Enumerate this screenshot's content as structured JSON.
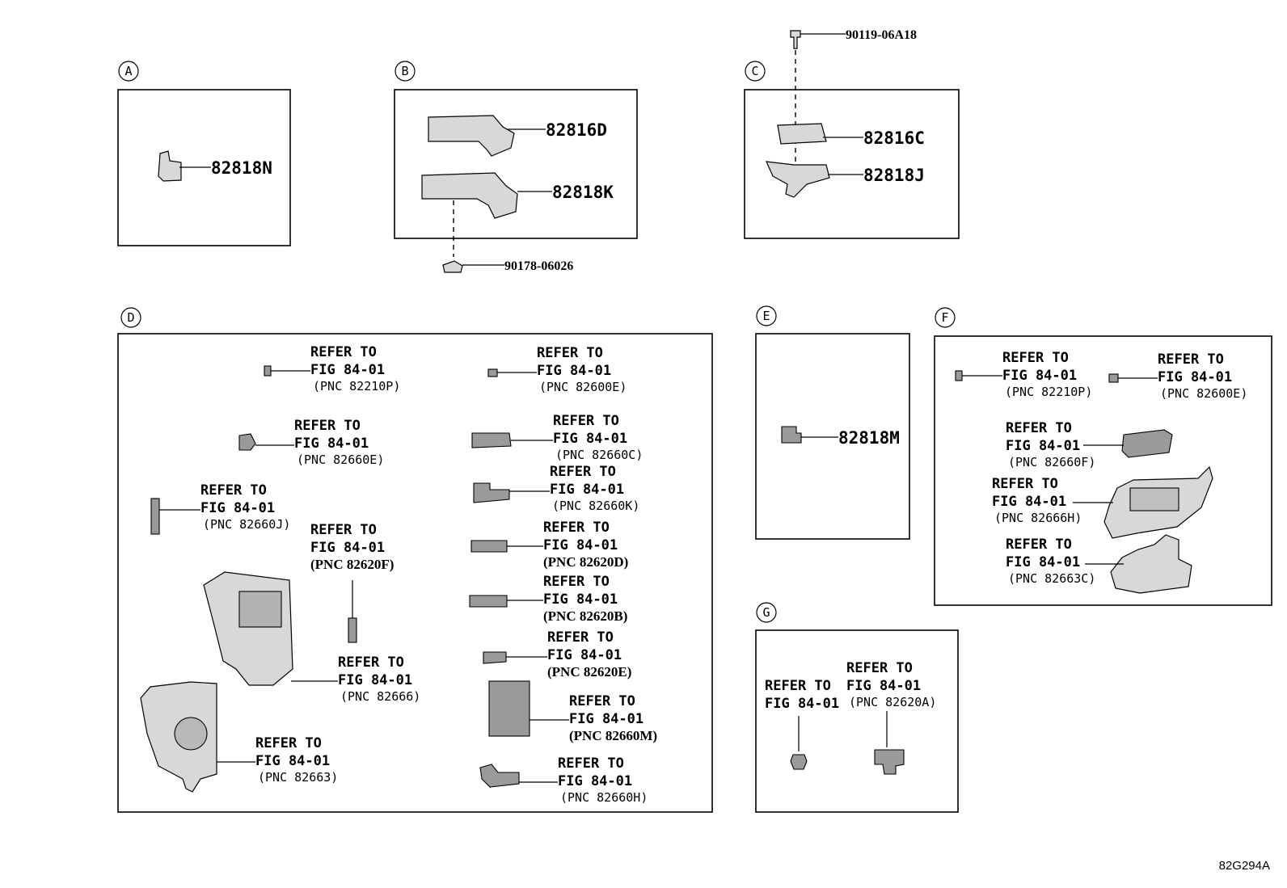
{
  "sections": {
    "A": {
      "letter": "A",
      "parts": [
        "82818N"
      ]
    },
    "B": {
      "letter": "B",
      "parts": [
        "82816D",
        "82818K"
      ],
      "fastener": "90178-06026"
    },
    "C": {
      "letter": "C",
      "parts": [
        "82816C",
        "82818J"
      ],
      "fastener": "90119-06A18"
    },
    "D": {
      "letter": "D",
      "refs": [
        {
          "l1": "REFER TO",
          "l2": "FIG 84-01",
          "l3": "(PNC 82210P)"
        },
        {
          "l1": "REFER TO",
          "l2": "FIG 84-01",
          "l3": "(PNC 82600E)"
        },
        {
          "l1": "REFER TO",
          "l2": "FIG 84-01",
          "l3": "(PNC 82660E)"
        },
        {
          "l1": "REFER TO",
          "l2": "FIG 84-01",
          "l3": "(PNC 82660C)"
        },
        {
          "l1": "REFER TO",
          "l2": "FIG 84-01",
          "l3": "(PNC 82660J)"
        },
        {
          "l1": "REFER TO",
          "l2": "FIG 84-01",
          "l3": "(PNC 82660K)"
        },
        {
          "l1": "REFER TO",
          "l2": "FIG 84-01",
          "l3": "(PNC 82620F)"
        },
        {
          "l1": "REFER TO",
          "l2": "FIG 84-01",
          "l3": "(PNC 82620D)"
        },
        {
          "l1": "REFER TO",
          "l2": "FIG 84-01",
          "l3": "(PNC 82620B)"
        },
        {
          "l1": "REFER TO",
          "l2": "FIG 84-01",
          "l3": "(PNC 82666)"
        },
        {
          "l1": "REFER TO",
          "l2": "FIG 84-01",
          "l3": "(PNC 82620E)"
        },
        {
          "l1": "REFER TO",
          "l2": "FIG 84-01",
          "l3": "(PNC 82660M)"
        },
        {
          "l1": "REFER TO",
          "l2": "FIG 84-01",
          "l3": "(PNC 82663)"
        },
        {
          "l1": "REFER TO",
          "l2": "FIG 84-01",
          "l3": "(PNC 82660H)"
        }
      ]
    },
    "E": {
      "letter": "E",
      "parts": [
        "82818M"
      ]
    },
    "F": {
      "letter": "F",
      "refs": [
        {
          "l1": "REFER TO",
          "l2": "FIG 84-01",
          "l3": "(PNC 82210P)"
        },
        {
          "l1": "REFER TO",
          "l2": "FIG 84-01",
          "l3": "(PNC 82600E)"
        },
        {
          "l1": "REFER TO",
          "l2": "FIG 84-01",
          "l3": "(PNC 82660F)"
        },
        {
          "l1": "REFER TO",
          "l2": "FIG 84-01",
          "l3": "(PNC 82666H)"
        },
        {
          "l1": "REFER TO",
          "l2": "FIG 84-01",
          "l3": "(PNC 82663C)"
        }
      ]
    },
    "G": {
      "letter": "G",
      "refs": [
        {
          "l1": "REFER TO",
          "l2": "FIG 84-01"
        },
        {
          "l1": "REFER TO",
          "l2": "FIG 84-01",
          "l3": "(PNC 82620A)"
        }
      ]
    }
  },
  "figure_code": "82G294A"
}
